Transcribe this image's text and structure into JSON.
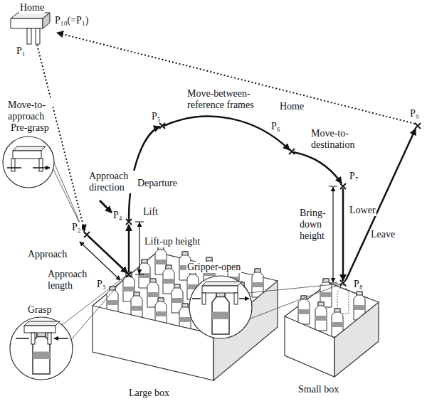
{
  "diagram": {
    "labels": [
      "Home",
      "P₁₀(=P₁)",
      "P₁",
      "Move-to-approach",
      "Pre-grasp",
      "Approach direction",
      "P₂",
      "Approach",
      "Approach length",
      "P₃",
      "Grasp",
      "P₄",
      "Lift",
      "Lift-up height",
      "Departure",
      "P₅",
      "Move-between-reference frames",
      "P₆",
      "Move-to-destination",
      "P₇",
      "Lower",
      "Gripper-open",
      "Bring-down height",
      "P₈",
      "Home",
      "P₉",
      "Leave",
      "Small box",
      "Large box"
    ]
  }
}
